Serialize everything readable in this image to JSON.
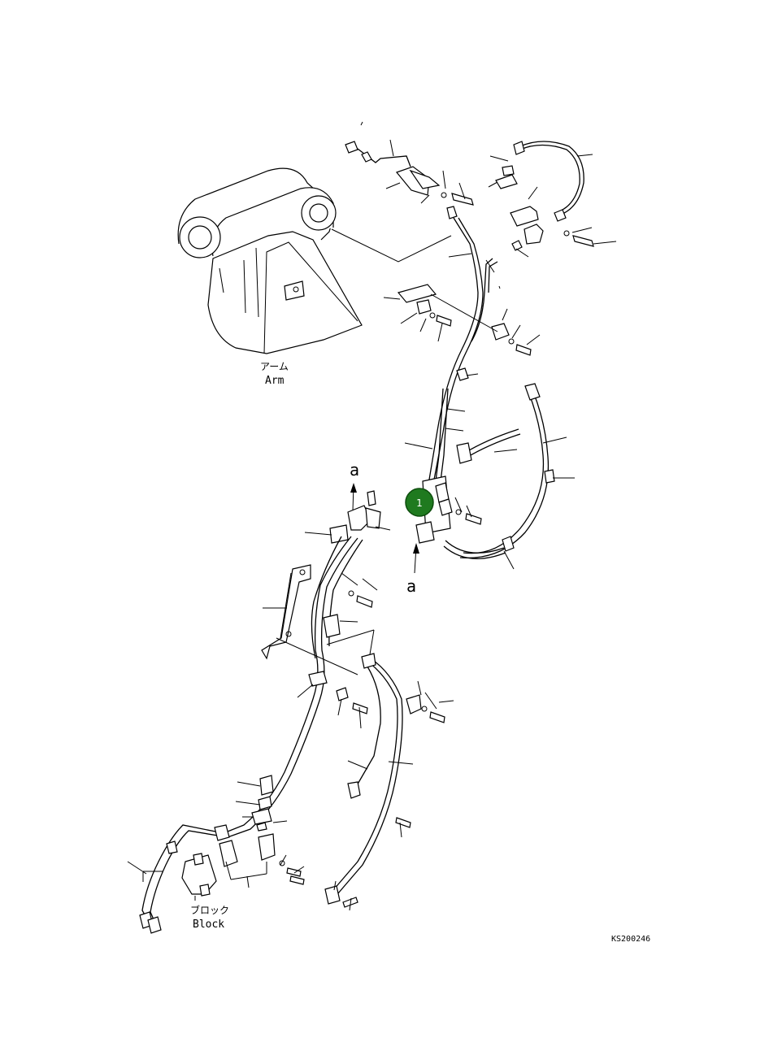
{
  "labels": {
    "arm_jp": "アーム",
    "arm_en": "Arm",
    "block_jp": "ブロック",
    "block_en": "Block",
    "view_a_top": "a",
    "view_a_bottom": "a",
    "drawing_code": "KS200246"
  },
  "callout": {
    "number": "1",
    "color": "#1f7a1f"
  }
}
